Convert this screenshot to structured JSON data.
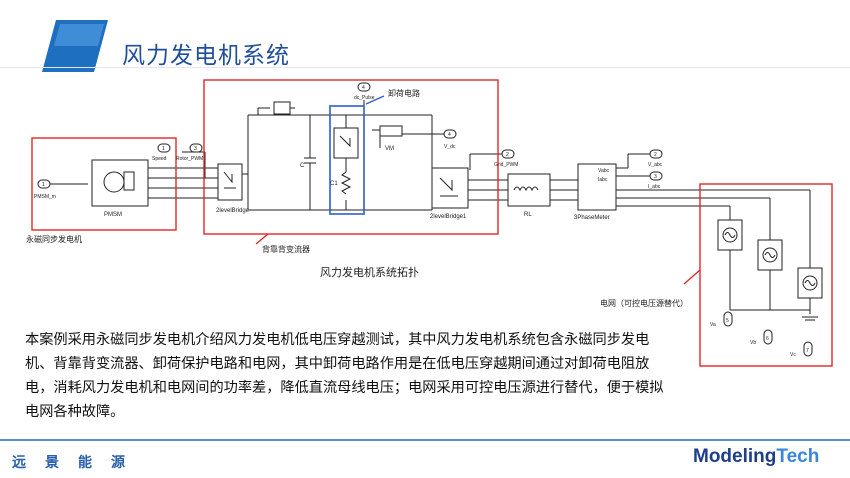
{
  "title": "风力发电机系统",
  "diagram": {
    "caption": "风力发电机系统拓扑",
    "region_labels": {
      "pmsm": "永磁同步发电机",
      "converter": "背靠背变流器",
      "chopper": "卸荷电路",
      "grid": "电网（可控电压源替代）"
    },
    "blocks": {
      "pmsm": "PMSM",
      "rectifier": "2levelBridge",
      "inverter": "2levelBridge1",
      "rl": "RL",
      "meter": "3PhaseMeter",
      "vm": "VM",
      "cap_c": "C",
      "cap_c1": "C1",
      "meter_port_v": "Vabc",
      "meter_port_i": "Iabc"
    },
    "ports": [
      {
        "num": "1",
        "label": "PMSM_m"
      },
      {
        "num": "2",
        "label": "Grid_PWM"
      },
      {
        "num": "3",
        "label": "Rotor_PWM"
      },
      {
        "num": "2",
        "label": "V_abc"
      },
      {
        "num": "3",
        "label": "I_abc"
      },
      {
        "num": "4",
        "label": "V_dc"
      },
      {
        "num": "4",
        "label": "dc_Pulse"
      },
      {
        "num": "5",
        "label": "Va"
      },
      {
        "num": "6",
        "label": "Vb"
      },
      {
        "num": "7",
        "label": "Vc"
      },
      {
        "num": "1",
        "label": "Speed"
      }
    ]
  },
  "body_text": "本案例采用永磁同步发电机介绍风力发电机低电压穿越测试，其中风力发电机系统包含永磁同步发电机、背靠背变流器、卸荷保护电路和电网，其中卸荷电路作用是在低电压穿越期间通过对卸荷电阻放电，消耗风力发电机和电网间的功率差，降低直流母线电压；电网采用可控电压源进行替代，便于模拟电网各种故障。",
  "footer": {
    "left": "远景能源",
    "logo_part1": "Modeling",
    "logo_part2": "Tech"
  },
  "colors": {
    "title": "#1f4e9a",
    "accent_red": "#e0282a",
    "accent_blue": "#2e5fc8",
    "logo_blue": "#1d3f8a"
  }
}
